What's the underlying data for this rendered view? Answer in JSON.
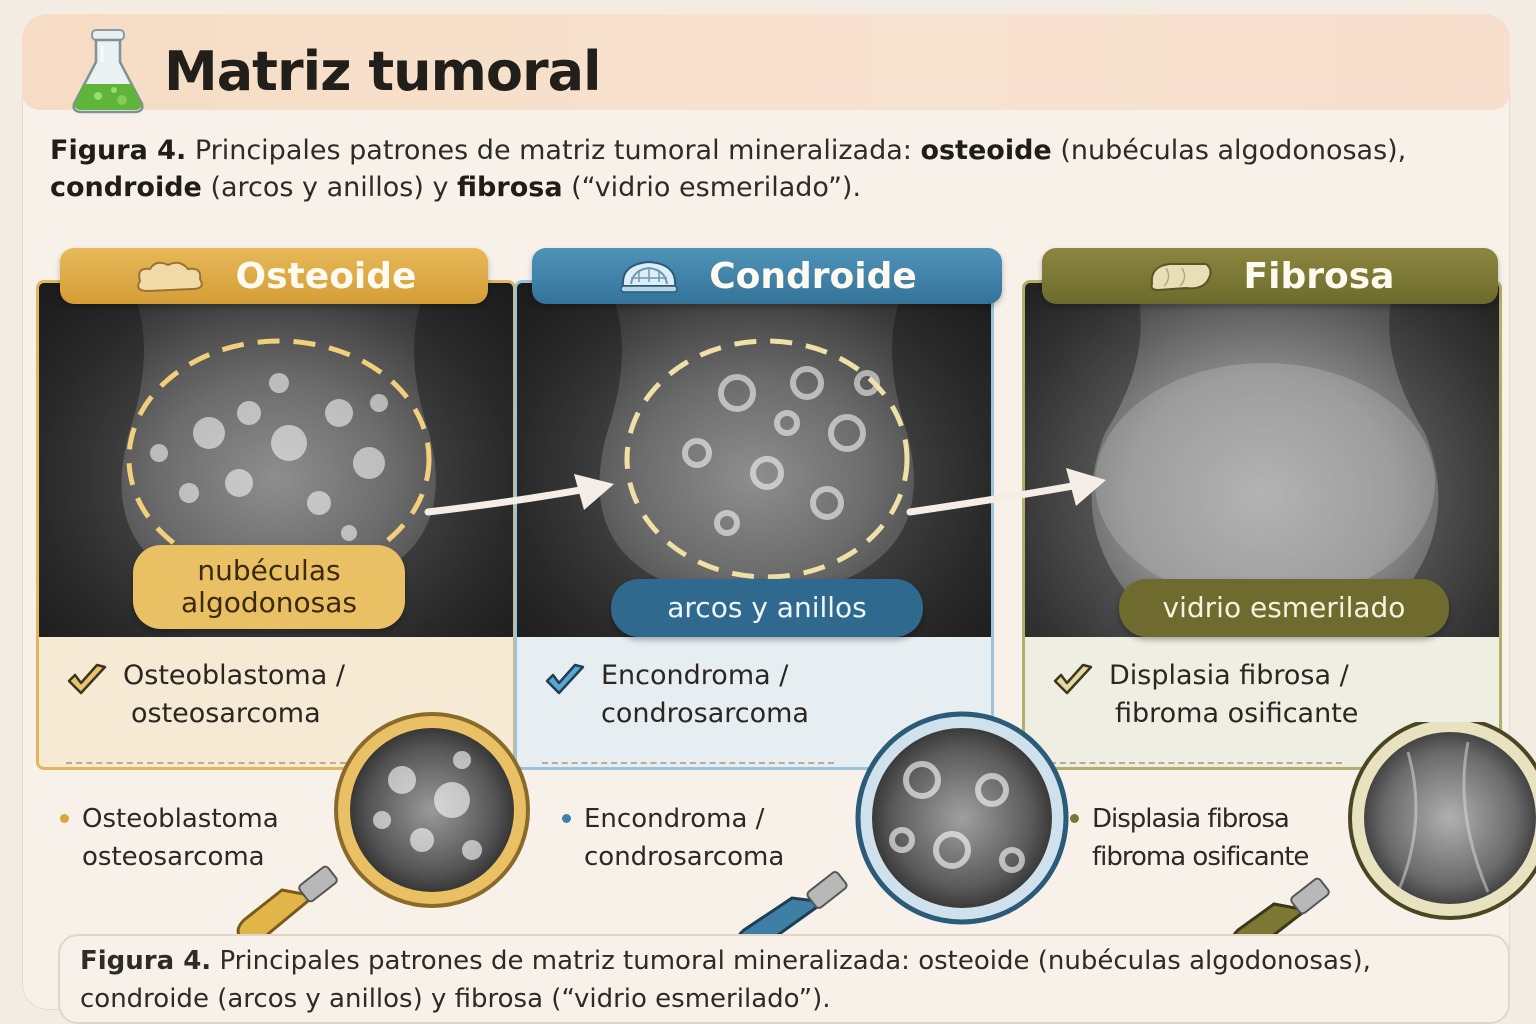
{
  "title": "Matriz tumoral",
  "caption": {
    "lead": "Figura 4.",
    "text1": " Principales patrones de matriz tumoral mineralizada: ",
    "b1": "osteoide",
    "text2": " (nubéculas algodonosas),",
    "b2": "condroide",
    "text3": " (arcos y anillos) y ",
    "b3": "fibrosa",
    "text4": " (“vidrio esmerilado”)."
  },
  "panels": [
    {
      "tab": "Osteoide",
      "pill_line1": "nubéculas",
      "pill_line2": "algodonosas",
      "check_line1": "Osteoblastoma /",
      "check_line2": "osteosarcoma",
      "bullet_line1": "Osteoblastoma",
      "bullet_line2": "osteosarcoma",
      "color": "#d9a53c"
    },
    {
      "tab": "Condroide",
      "pill": "arcos y anillos",
      "check_line1": "Encondroma /",
      "check_line2": "condrosarcoma",
      "bullet_line1": "Encondroma /",
      "bullet_line2": "condrosarcoma",
      "color": "#3e82a8"
    },
    {
      "tab": "Fibrosa",
      "pill": "vidrio esmerilado",
      "check_line1": "Displasia fibrosa /",
      "check_line2": "fibroma osificante",
      "bullet_line1": "Displasia fibrosa",
      "bullet_line2": "fibroma osificante",
      "color": "#7a7634"
    }
  ],
  "footer": {
    "lead": "Figura 4.",
    "line1": " Principales patrones de matriz tumoral mineralizada: osteoide (nubéculas algodonosas),",
    "line2": "condroide (arcos y anillos) y fibrosa (“vidrio esmerilado”)."
  }
}
